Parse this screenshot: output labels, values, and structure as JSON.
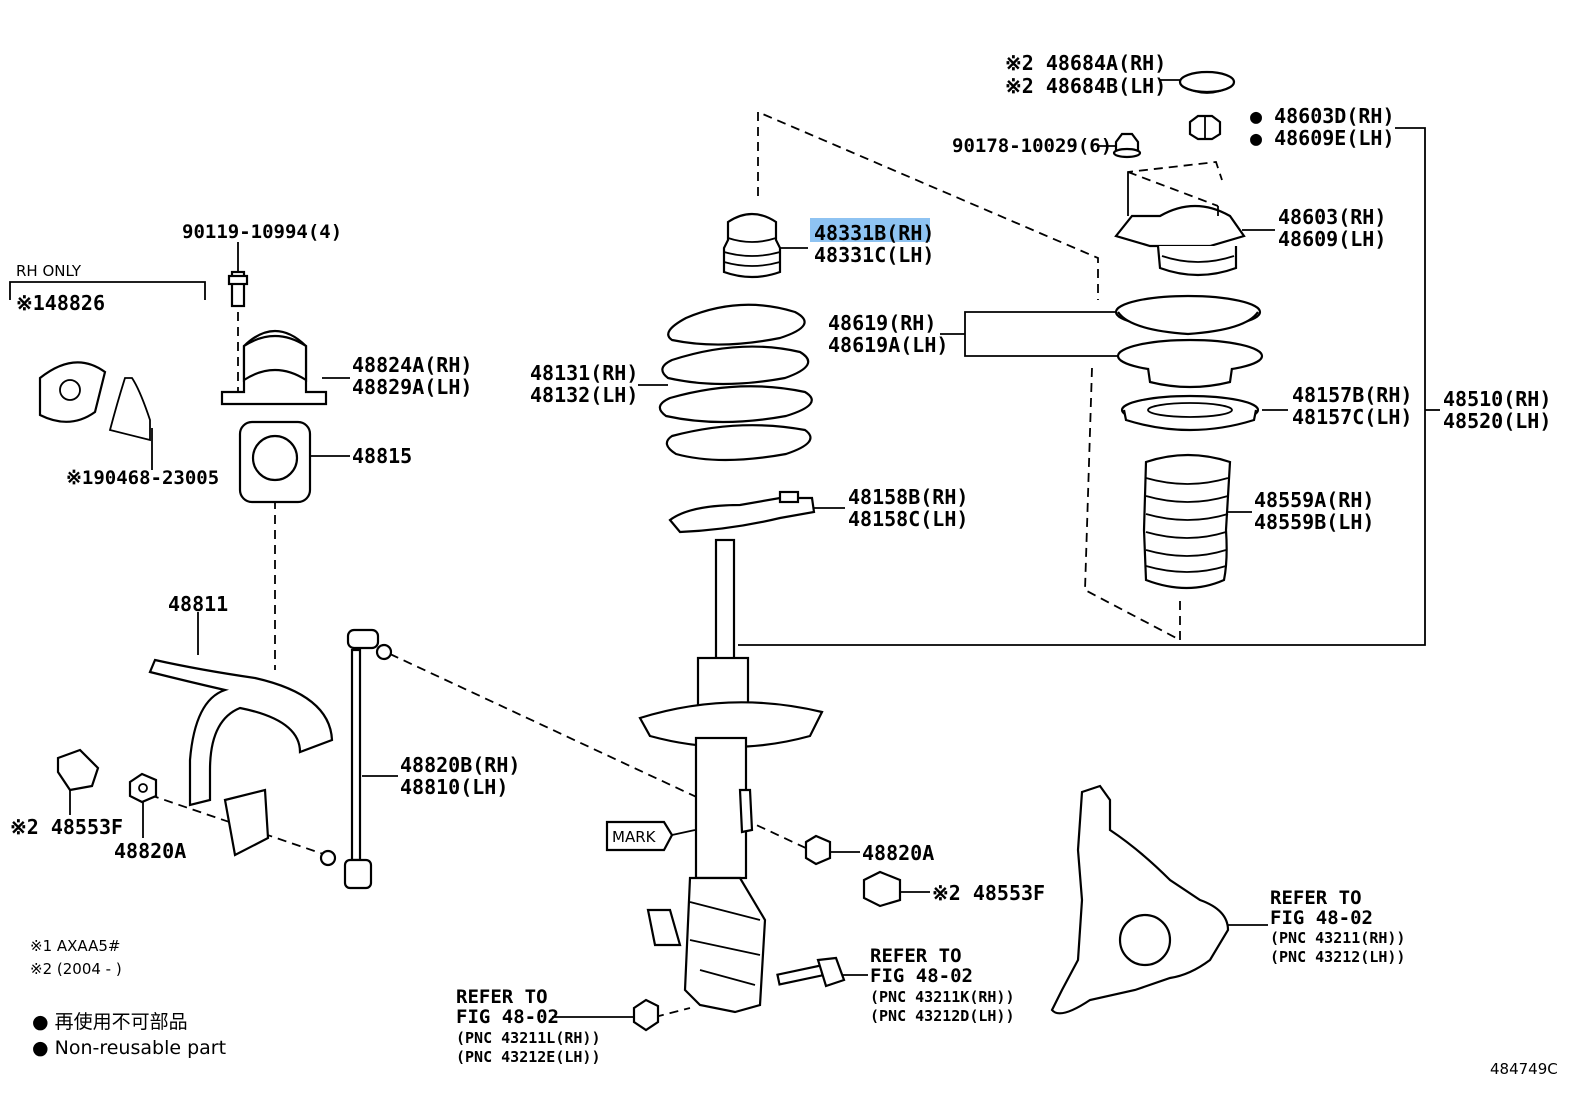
{
  "diagram": {
    "highlight_color": "#8ec3f2",
    "labels": {
      "p48684A": "※2 48684A(RH)",
      "p48684B": "※2 48684B(LH)",
      "p48603D": "● 48603D(RH)",
      "p48609E": "● 48609E(LH)",
      "p90178": "90178-10029(6)",
      "p48331B": "48331B(RH)",
      "p48331C": "48331C(LH)",
      "p48603": "48603(RH)",
      "p48609": "48609(LH)",
      "p90119": "90119-10994(4)",
      "rh_only": "RH ONLY",
      "p48826": "※148826",
      "p48824A": "48824A(RH)",
      "p48829A": "48829A(LH)",
      "p48619": "48619(RH)",
      "p48619A": "48619A(LH)",
      "p48131": "48131(RH)",
      "p48132": "48132(LH)",
      "p48157B": "48157B(RH)",
      "p48157C": "48157C(LH)",
      "p48510": "48510(RH)",
      "p48520": "48520(LH)",
      "p48815": "48815",
      "p90468": "※190468-23005",
      "p48158B": "48158B(RH)",
      "p48158C": "48158C(LH)",
      "p48559A": "48559A(RH)",
      "p48559B": "48559B(LH)",
      "p48811": "48811",
      "p48820B": "48820B(RH)",
      "p48810": "48810(LH)",
      "p48553F_l": "※2 48553F",
      "p48820A_l": "48820A",
      "mark": "MARK",
      "p48820A_r": "48820A",
      "p48553F_r": "※2 48553F",
      "refer_knuckle_1": "REFER TO",
      "refer_knuckle_2": "FIG 48-02",
      "refer_knuckle_3": "(PNC 43211(RH))",
      "refer_knuckle_4": "(PNC 43212(LH))",
      "refer_bolt_1": "REFER TO",
      "refer_bolt_2": "FIG 48-02",
      "refer_bolt_3": "(PNC 43211K(RH))",
      "refer_bolt_4": "(PNC 43212D(LH))",
      "refer_nut_1": "REFER TO",
      "refer_nut_2": "FIG 48-02",
      "refer_nut_3": "(PNC 43211L(RH))",
      "refer_nut_4": "(PNC 43212E(LH))",
      "note1": "※1 AXAA5#",
      "note2": "※2 (2004 -        )",
      "legend_jp": "● 再使用不可部品",
      "legend_en": "● Non-reusable part",
      "figure_id": "484749C"
    }
  }
}
